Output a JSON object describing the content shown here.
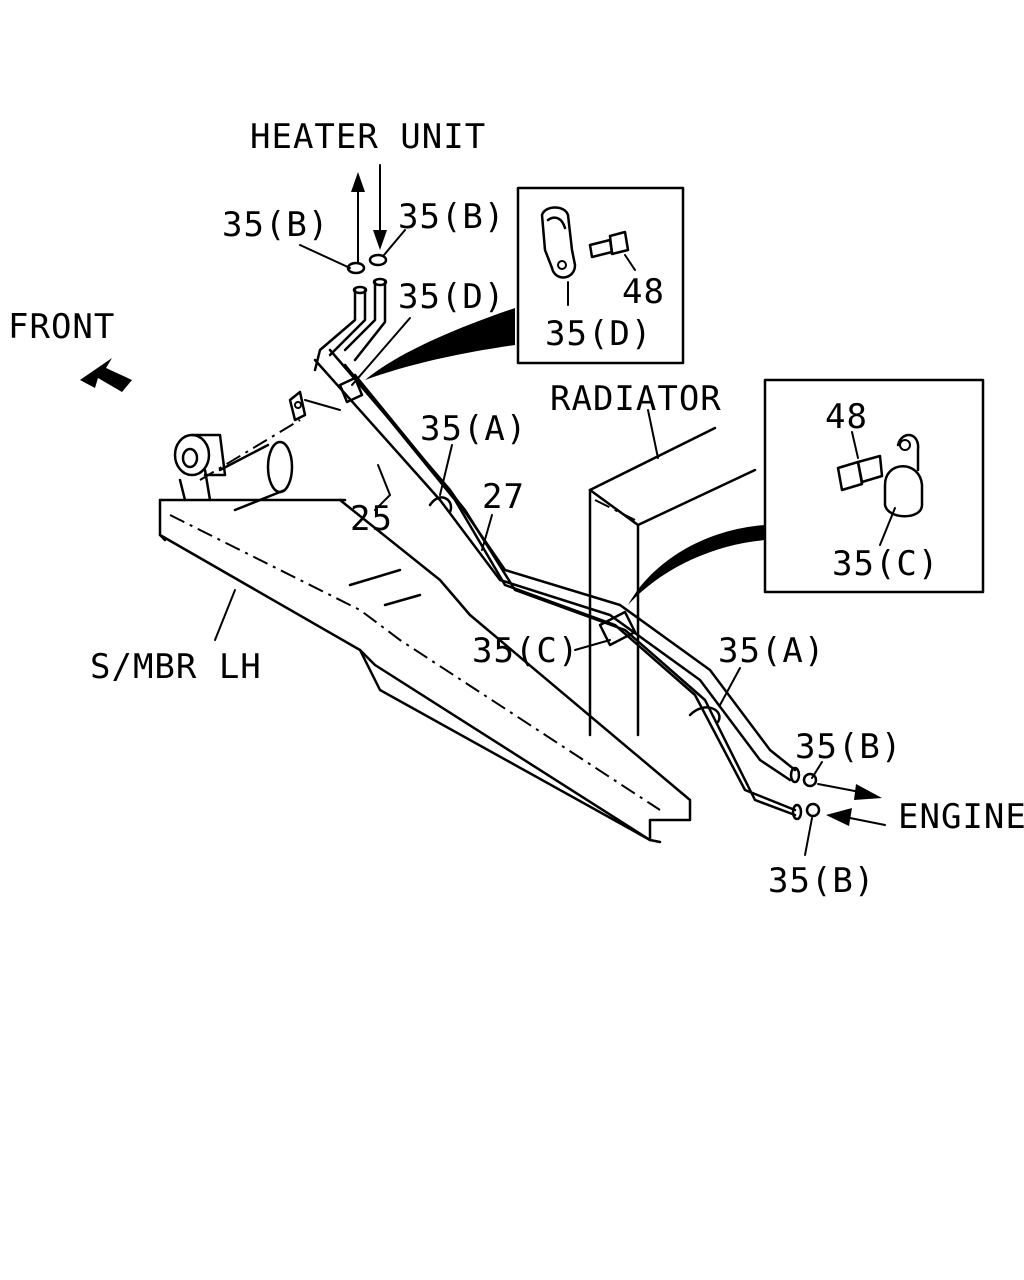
{
  "labels": {
    "heater_unit": "HEATER UNIT",
    "front": "FRONT",
    "radiator": "RADIATOR",
    "engine": "ENGINE",
    "side_member": "S/MBR LH",
    "clamp_b_top_left": "35(B)",
    "clamp_b_top_right": "35(B)",
    "clamp_d_main": "35(D)",
    "clamp_a_upper": "35(A)",
    "hose_25": "25",
    "hose_27": "27",
    "clamp_c_main": "35(C)",
    "clamp_a_lower": "35(A)",
    "clamp_b_engine_top": "35(B)",
    "clamp_b_engine_bottom": "35(B)",
    "inset_d_bolt": "48",
    "inset_d_clamp": "35(D)",
    "inset_c_bolt": "48",
    "inset_c_clamp": "35(C)"
  },
  "icons": {
    "front_arrow": "arrow-up-left-icon",
    "flow_up": "arrow-up-icon",
    "flow_down": "arrow-down-icon",
    "flow_right": "arrow-right-icon",
    "flow_left": "arrow-left-icon"
  }
}
